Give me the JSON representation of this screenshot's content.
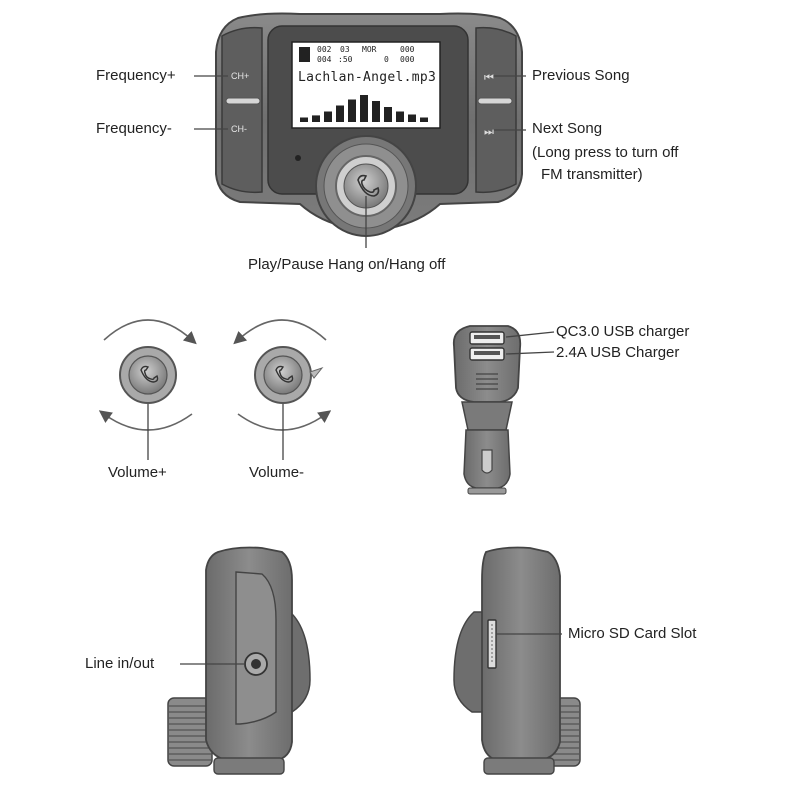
{
  "front_view": {
    "labels": {
      "freq_plus": "Frequency+",
      "freq_minus": "Frequency-",
      "prev_song": "Previous Song",
      "next_song": "Next Song",
      "next_song_note_1": "(Long press to turn off",
      "next_song_note_2": "FM transmitter)",
      "play_pause": "Play/Pause Hang on/Hang off"
    },
    "buttons": {
      "ch_plus": "CH+",
      "ch_minus": "CH-"
    },
    "screen": {
      "row1_a": "002",
      "row1_b": "03",
      "row1_c": "MOR",
      "row1_d": "000",
      "row2_a": "004",
      "row2_b": ":50",
      "row2_c": "0",
      "row2_d": "000",
      "track": "Lachlan-Angel.mp3",
      "equalizer_levels": [
        0.15,
        0.22,
        0.35,
        0.55,
        0.75,
        0.9,
        0.7,
        0.5,
        0.35,
        0.25,
        0.15
      ]
    }
  },
  "volume": {
    "plus_label": "Volume+",
    "minus_label": "Volume-"
  },
  "charger": {
    "qc_label": "QC3.0 USB charger",
    "usb_label": "2.4A USB Charger"
  },
  "side_views": {
    "line_label": "Line in/out",
    "sd_label": "Micro SD Card Slot"
  }
}
